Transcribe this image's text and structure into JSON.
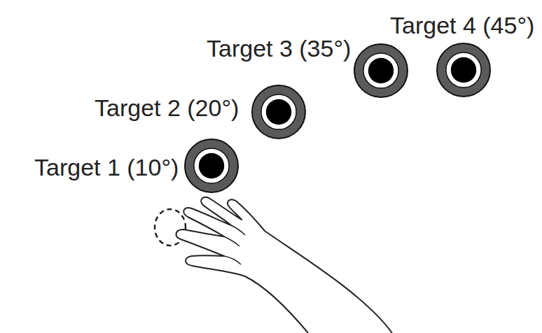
{
  "diagram": {
    "nodes": [
      {
        "text": [
          "Target 1 (10°)"
        ]
      },
      {
        "text": [
          "Target 2 (20°)"
        ]
      },
      {
        "text": [
          "Target 3 (35°)"
        ]
      },
      {
        "text": [
          "Target 4 (45°)"
        ]
      }
    ]
  }
}
